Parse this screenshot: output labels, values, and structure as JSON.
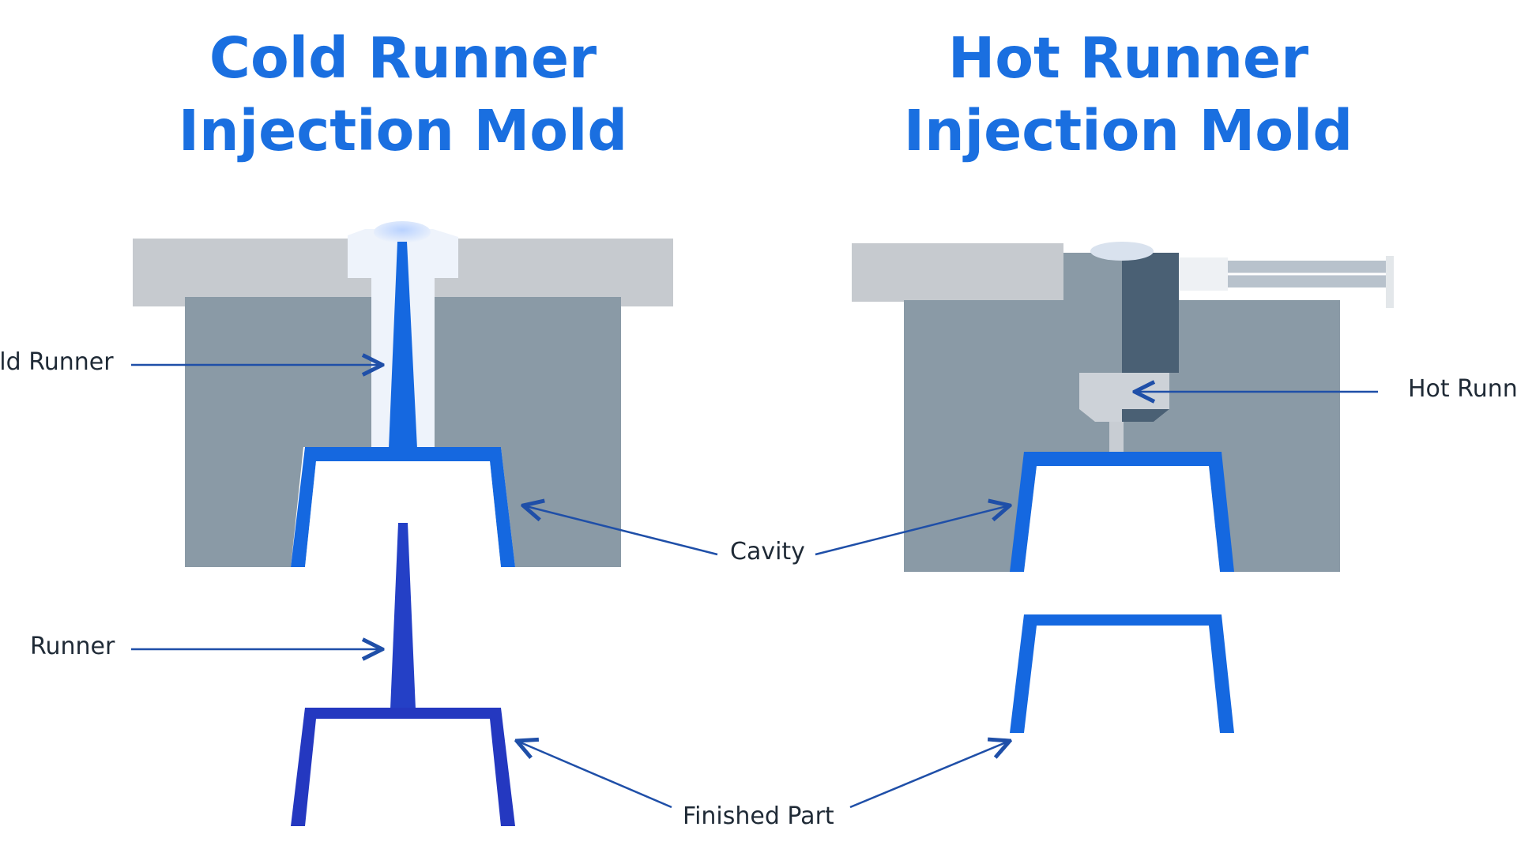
{
  "titles": {
    "cold": "Cold Runner\nInjection Mold",
    "hot": "Hot Runner\nInjection Mold"
  },
  "labels": {
    "cold_runner": "Cold Runner",
    "hot_runner": "Hot Runner",
    "cavity": "Cavity",
    "runner": "Runner",
    "finished_part": "Finished Part"
  },
  "colors": {
    "title": "#1a6fe0",
    "mold_plate_top": "#c6cacf",
    "mold_body": "#8a9aa6",
    "channel_blue": "#1568e0",
    "part_blue": "#2438c0",
    "sprue_bushing": "#eef3fb",
    "hot_nozzle": "#4a6074",
    "arrow": "#1f4fa8"
  }
}
